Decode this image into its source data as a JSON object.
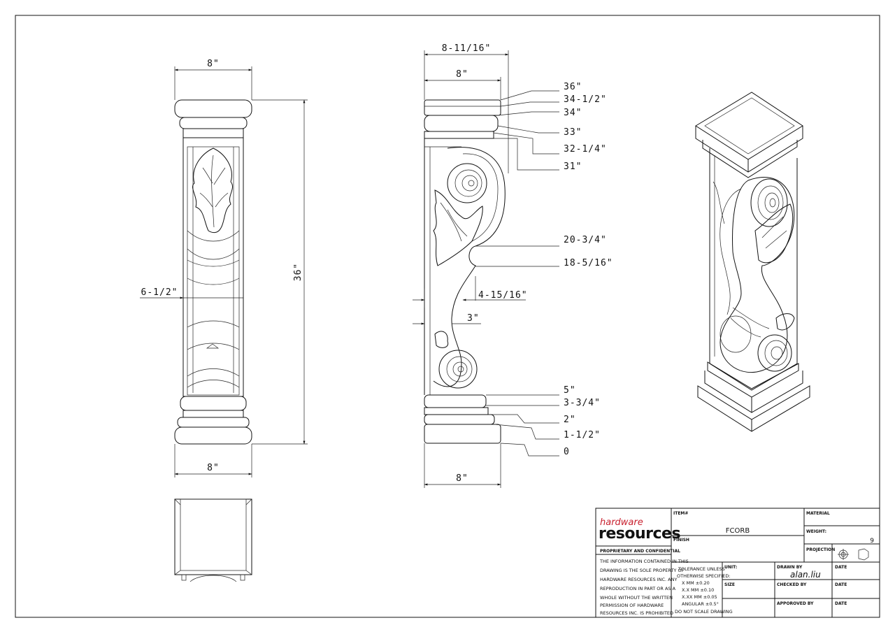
{
  "front_view": {
    "top_width": "8\"",
    "bottom_width": "8\"",
    "height": "36\"",
    "mid_width": "6-1/2\""
  },
  "side_view": {
    "top_overall": "8-11/16\"",
    "top_inner": "8\"",
    "bottom_width": "8\"",
    "heights": [
      "36\"",
      "34-1/2\"",
      "34\"",
      "33\"",
      "32-1/4\"",
      "31\"",
      "20-3/4\"",
      "18-5/16\"",
      "5\"",
      "3-3/4\"",
      "2\"",
      "1-1/2\"",
      "0"
    ],
    "depth_upper": "4-15/16\"",
    "depth_lower": "3\""
  },
  "title_block": {
    "logo_top": "hardware",
    "logo_bottom": "resources",
    "proprietary_heading": "PROPRIETARY AND CONFIDENTIAL",
    "proprietary_lines": [
      "THE INFORMATION CONTAINED IN THIS",
      "DRAWING IS THE SOLE PROPERTY OF",
      "HARDWARE RESOURCES INC. ANY",
      "REPRODUCTION IN PART OR AS A",
      "WHOLE WITHOUT THE WRITTEN",
      "PERMISSION OF HARDWARE",
      "RESOURCES INC. IS PROHIBITED"
    ],
    "item_label": "ITEM#",
    "item_value": "FCORB",
    "finish_label": "FINISH",
    "material_label": "MATERIAL",
    "weight_label": "WEIGHT:",
    "weight_value": "9",
    "projection_label": "PROJECTION",
    "tolerance_lines": [
      "TOLERANCE UNLESS",
      "OTHERWISE SPECIFIED:",
      "X   MM   ±0.20",
      "X.X  MM   ±0.10",
      "X.XX  MM   ±0.05",
      "ANGULAR   ±0.5°",
      "DO NOT SCALE DRAWING"
    ],
    "unit_label": "UNIT:",
    "size_label": "SIZE",
    "drawn_by_label": "DRAWN BY",
    "drawn_by_value": "alan.liu",
    "checked_by_label": "CHECKED BY",
    "approved_by_label": "APPOROVED BY",
    "date_label": "DATE"
  },
  "colors": {
    "ink": "#111111",
    "logo_red": "#c8202e"
  }
}
